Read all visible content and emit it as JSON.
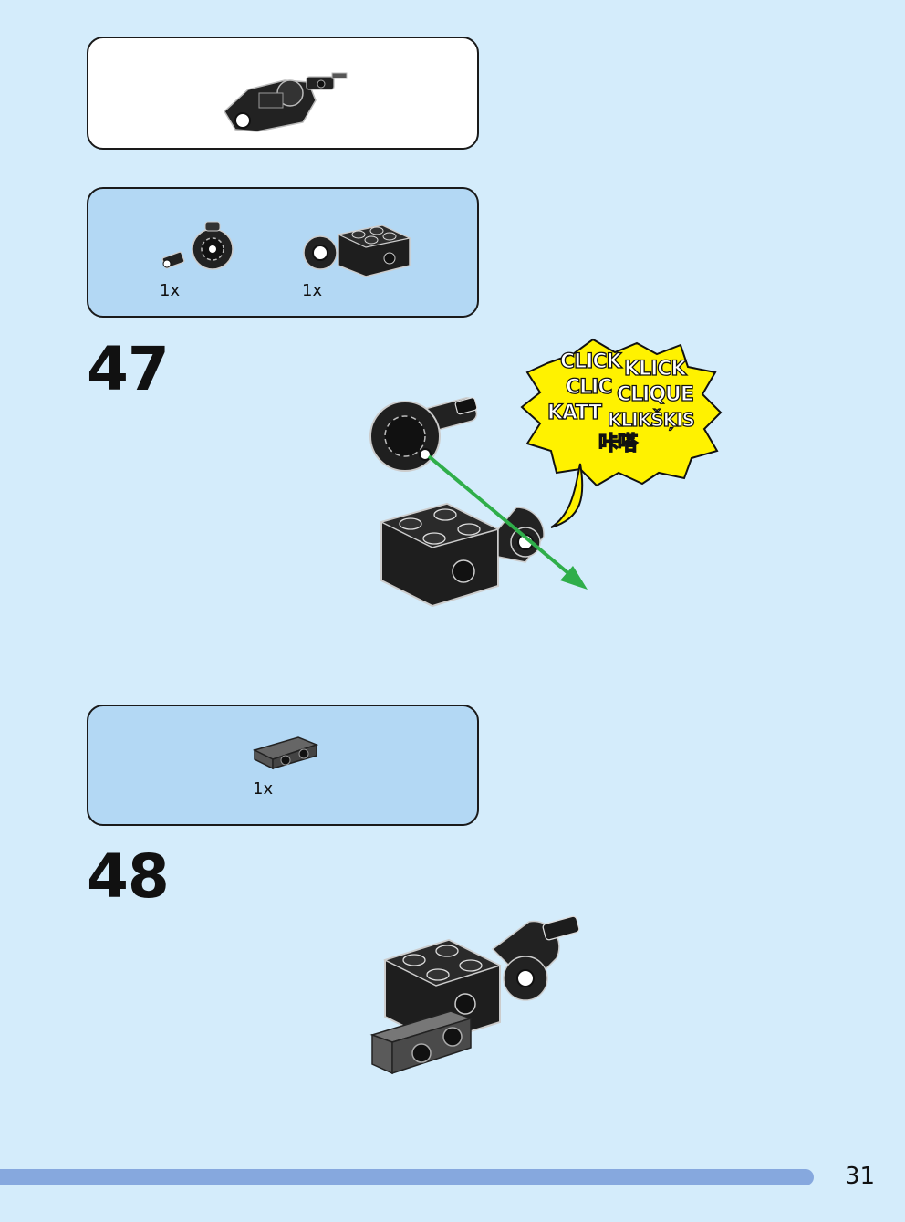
{
  "parts_47": [
    {
      "qty": "1x",
      "icon": "axle-connector-round-icon"
    },
    {
      "qty": "1x",
      "icon": "brick-2x2-with-ball-socket-icon"
    }
  ],
  "parts_48": [
    {
      "qty": "1x",
      "icon": "bracket-plate-1x2-icon"
    }
  ],
  "steps": {
    "s47": "47",
    "s48": "48"
  },
  "click_burst": {
    "words": [
      "CLICK",
      "KLICK",
      "CLIC",
      "CLIQUE",
      "KATT",
      "KLIKŠĶIS",
      "咔嗒"
    ],
    "fill": "#fff200"
  },
  "arrow_color": "#2fae4a",
  "page_number": "31"
}
